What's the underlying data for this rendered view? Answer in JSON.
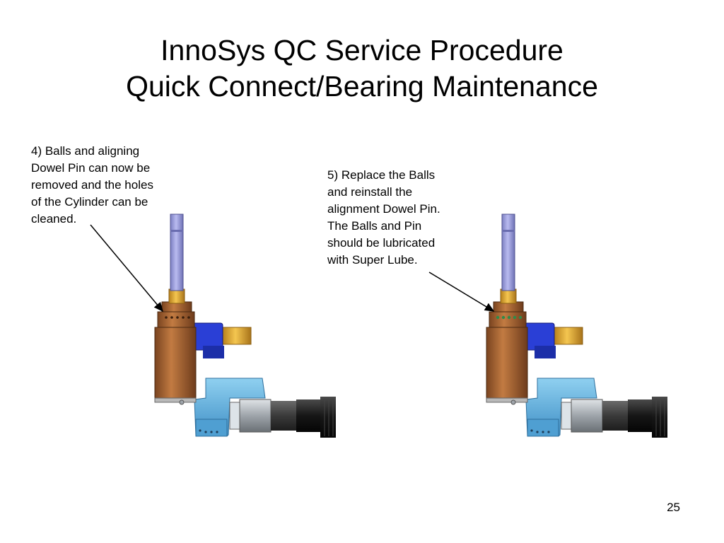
{
  "slide": {
    "title_line1": "InnoSys QC Service Procedure",
    "title_line2": "Quick Connect/Bearing Maintenance",
    "step4_text": "4)  Balls and aligning\nDowel Pin can now be\nremoved and the holes\nof the Cylinder can be\ncleaned.",
    "step5_text": "5)  Replace the Balls\nand reinstall the\nalignment Dowel Pin.\nThe Balls and Pin\nshould be lubricated\nwith Super Lube.",
    "page_number": "25"
  },
  "colors": {
    "shaft": "#9a9cd8",
    "brass": "#e0a82a",
    "bronze": "#a8652e",
    "blue_block": "#2a3fd6",
    "cyan_bracket": "#5aa9dc",
    "steel": "#9aa0a6",
    "dark_grip": "#2b2b2b",
    "ball_green": "#2e8b4a"
  }
}
